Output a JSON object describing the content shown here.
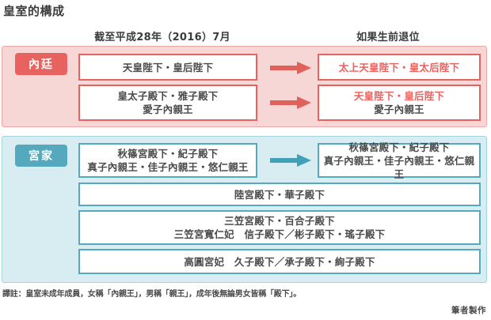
{
  "title": "皇室的構成",
  "columns": {
    "left_header": "截至平成28年（2016）7月",
    "right_header": "如果生前退位"
  },
  "sections": [
    {
      "key": "inner_court",
      "label": "內廷",
      "accent": "#e8635f",
      "panel_bg": "#f7d7d6",
      "left_boxes": [
        {
          "lines": [
            {
              "text": "天皇陛下・皇后陛下",
              "color": "gray"
            }
          ]
        },
        {
          "lines": [
            {
              "text": "皇太子殿下・雅子殿下",
              "color": "gray"
            },
            {
              "text": "愛子內親王",
              "color": "gray"
            }
          ]
        }
      ],
      "right_boxes": [
        {
          "lines": [
            {
              "text": "太上天皇陛下・皇太后陛下",
              "color": "red"
            }
          ]
        },
        {
          "lines": [
            {
              "text": "天皇陛下・皇后陛下",
              "color": "red"
            },
            {
              "text": "愛子內親王",
              "color": "gray"
            }
          ]
        }
      ],
      "arrows": 2,
      "arrow_color": "#e0605c"
    },
    {
      "key": "princely_houses",
      "label": "宮家",
      "accent": "#55a9bd",
      "panel_bg": "#d8edf2",
      "left_boxes": [
        {
          "lines": [
            {
              "text": "秋篠宮殿下・紀子殿下",
              "color": "gray"
            },
            {
              "text": "真子內親王・佳子內親王・悠仁親王",
              "color": "gray"
            }
          ]
        }
      ],
      "right_boxes": [
        {
          "lines": [
            {
              "text": "秋篠宮殿下・紀子殿下",
              "color": "gray"
            },
            {
              "text": "真子內親王・佳子內親王・悠仁親王",
              "color": "gray"
            }
          ]
        }
      ],
      "arrows": 1,
      "arrow_color": "#3fa0b8",
      "full_width_boxes": [
        {
          "lines": [
            {
              "text": "陸宮殿下・華子殿下",
              "color": "gray"
            }
          ]
        },
        {
          "lines": [
            {
              "text": "三笠宮殿下・百合子殿下",
              "color": "gray"
            },
            {
              "text": "三笠宮寬仁妃　信子殿下／彬子殿下・瑤子殿下",
              "color": "gray"
            }
          ]
        },
        {
          "lines": [
            {
              "text": "高圓宮妃　久子殿下／承子殿下・絢子殿下",
              "color": "gray"
            }
          ]
        }
      ]
    }
  ],
  "footnote": "譯註：皇室未成年成員，女稱「內親王」，男稱「親王」，成年後無論男女皆稱「殿下」。",
  "credit": "筆者製作"
}
